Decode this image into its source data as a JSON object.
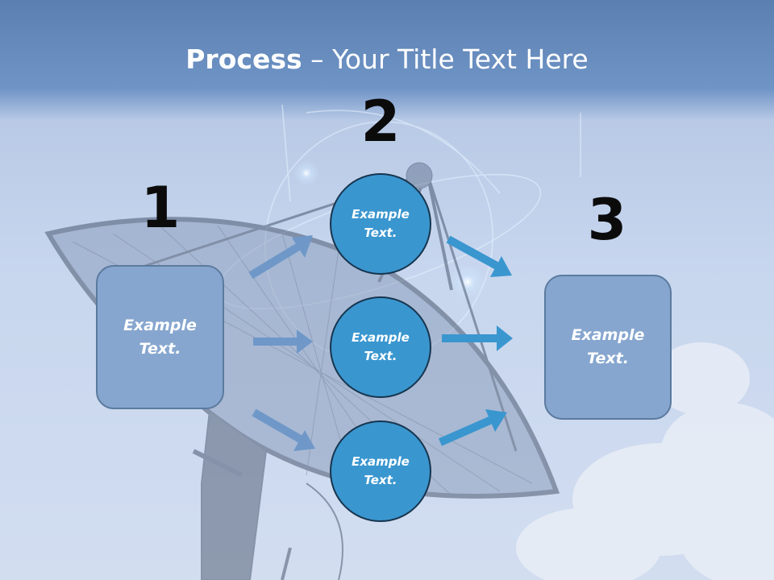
{
  "title": {
    "bold": "Process",
    "rest": " – Your Title Text Here"
  },
  "steps": {
    "one": {
      "number": "1",
      "text": "Example\nText."
    },
    "two": {
      "number": "2"
    },
    "three": {
      "number": "3",
      "text": "Example\nText."
    }
  },
  "circles": [
    {
      "text": "Example\nText."
    },
    {
      "text": "Example\nText."
    },
    {
      "text": "Example\nText."
    }
  ],
  "colors": {
    "box_fill": "#86a6cf",
    "circle_fill": "#3a96cf",
    "arrow_left": "#6f98c9",
    "arrow_right": "#3a96cf"
  }
}
